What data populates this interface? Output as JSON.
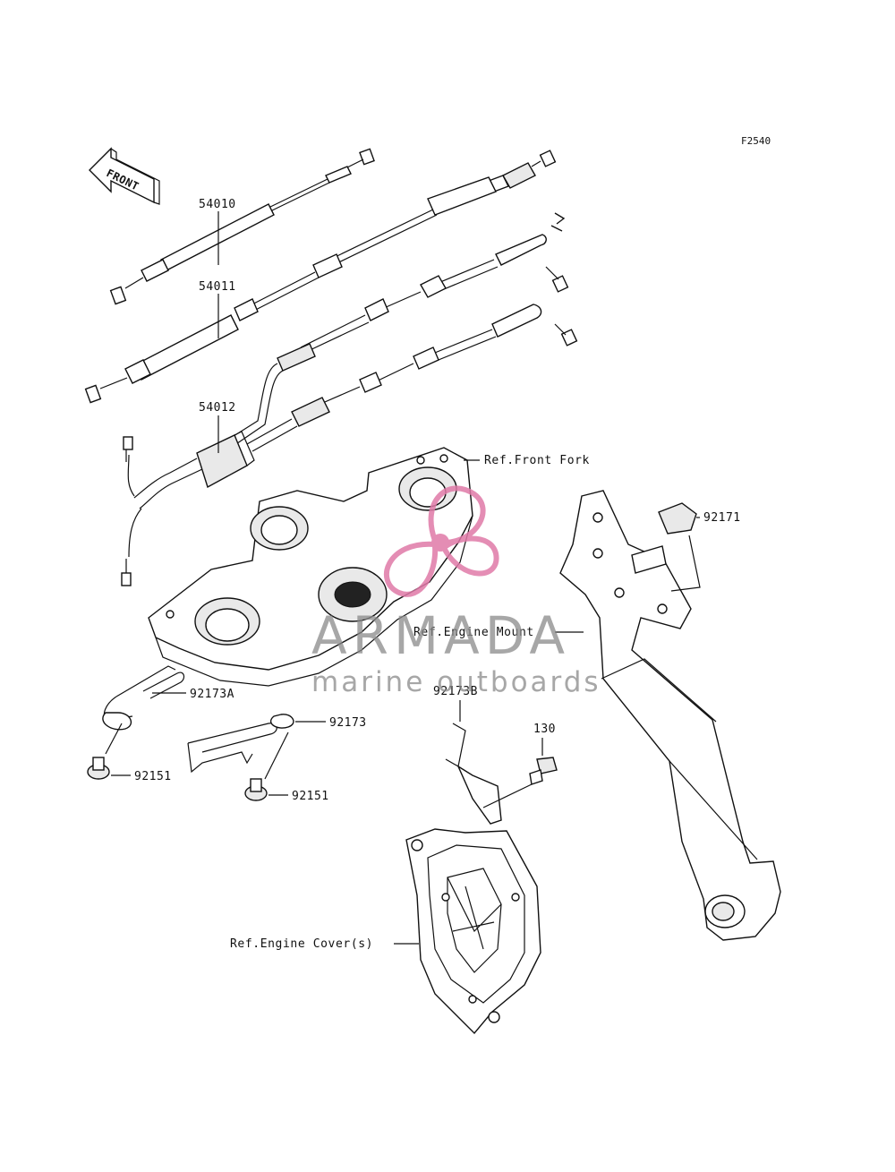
{
  "diagram_code": "F2540",
  "front_arrow_label": "FRONT",
  "part_labels": {
    "p54010": "54010",
    "p54011": "54011",
    "p54012": "54012",
    "p92171": "92171",
    "p92173a": "92173A",
    "p92173": "92173",
    "p92173b": "92173B",
    "p130": "130",
    "p92151_left": "92151",
    "p92151_mid": "92151"
  },
  "references": {
    "front_fork": "Ref.Front Fork",
    "engine_mount": "Ref.Engine Mount",
    "engine_cover": "Ref.Engine Cover(s)"
  },
  "watermark": {
    "title": "ARMADA",
    "subtitle": "marine outboards",
    "logo_color": "#e07aa8",
    "text_color": "#8a8a8a"
  }
}
